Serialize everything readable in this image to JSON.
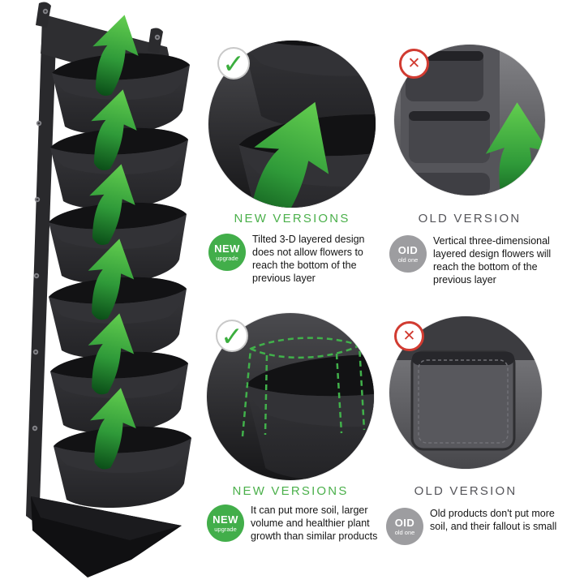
{
  "icons": {
    "check_glyph": "✓",
    "cross_glyph": "✕"
  },
  "colors": {
    "arrow_green_light": "#63ce4f",
    "arrow_green_dark": "#0b4e18",
    "heading_green": "#4bb04b",
    "heading_gray": "#55555a",
    "badge_green": "#42ae4a",
    "badge_gray": "#9d9da0",
    "cross_red": "#d13b31",
    "check_green": "#3bae3e",
    "planter_fabric": "#2c2c2f",
    "background": "#ffffff"
  },
  "planter": {
    "description": "black felt vertical hanging wall planter with upward green arrows",
    "pocket_count": 6,
    "arrow_count": 6
  },
  "comparisons": [
    {
      "new": {
        "heading": "NEW VERSIONS",
        "badge": {
          "line1": "NEW",
          "line2": "upgrade"
        },
        "text": "Tilted 3-D layered design does not allow flowers to reach the bottom of the previous layer"
      },
      "old": {
        "heading": "OLD VERSION",
        "badge": {
          "line1": "OID",
          "line2": "old one"
        },
        "text": "Vertical three-dimensional layered design flowers will reach the bottom of the previous layer"
      }
    },
    {
      "new": {
        "heading": "NEW VERSIONS",
        "badge": {
          "line1": "NEW",
          "line2": "upgrade"
        },
        "text": "It can put more soil, larger volume and healthier plant growth than similar products"
      },
      "old": {
        "heading": "OLD VERSION",
        "badge": {
          "line1": "OID",
          "line2": "old one"
        },
        "text": "Old products don't put more soil, and their fallout is small"
      }
    }
  ]
}
